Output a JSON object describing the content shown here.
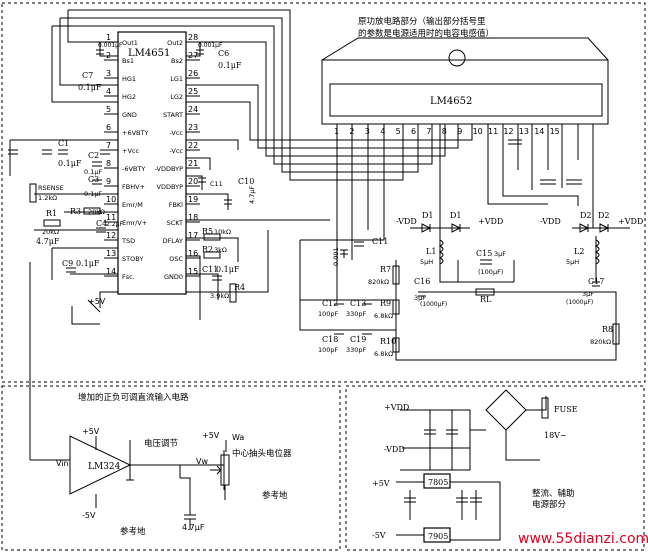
{
  "titles": {
    "main_line1": "原功放电路部分（输出部分括号里",
    "main_line2": "的参数是电源适用时的电容电感值）",
    "input_section": "增加的正负可调直流输入电路",
    "psu_section_line1": "整流、辅助",
    "psu_section_line2": "电源部分",
    "watermark": "www.55dianzi.com"
  },
  "chips": {
    "lm4651": "LM4651",
    "lm4652": "LM4652",
    "lm324": "LM324",
    "reg_pos": "7805",
    "reg_neg": "7905"
  },
  "lm4651_pins_left": [
    {
      "num": "1",
      "name": "Out1"
    },
    {
      "num": "2",
      "name": "Bs1"
    },
    {
      "num": "3",
      "name": "HG1"
    },
    {
      "num": "4",
      "name": "HG2"
    },
    {
      "num": "5",
      "name": "GND"
    },
    {
      "num": "6",
      "name": "+6VBTY"
    },
    {
      "num": "7",
      "name": "+Vcc"
    },
    {
      "num": "8",
      "name": "-6VBTY"
    },
    {
      "num": "9",
      "name": "FBHV+"
    },
    {
      "num": "10",
      "name": "Emr/M"
    },
    {
      "num": "11",
      "name": "Emr/V+"
    },
    {
      "num": "12",
      "name": "TSD"
    },
    {
      "num": "13",
      "name": "STOBY"
    },
    {
      "num": "14",
      "name": "Fsc."
    }
  ],
  "lm4651_pins_right": [
    {
      "num": "28",
      "name": "Out2"
    },
    {
      "num": "27",
      "name": "Bs2"
    },
    {
      "num": "26",
      "name": "LG1"
    },
    {
      "num": "25",
      "name": "LG2"
    },
    {
      "num": "24",
      "name": "START"
    },
    {
      "num": "23",
      "name": "-Vcc"
    },
    {
      "num": "22",
      "name": "-Vcc"
    },
    {
      "num": "21",
      "name": "-VDDBYP"
    },
    {
      "num": "20",
      "name": "VDDBYP"
    },
    {
      "num": "19",
      "name": "FBKl"
    },
    {
      "num": "18",
      "name": "SCKT"
    },
    {
      "num": "17",
      "name": "DFLAY"
    },
    {
      "num": "16",
      "name": "OSC"
    },
    {
      "num": "15",
      "name": "GND0"
    }
  ],
  "lm4652_pins": [
    "1",
    "2",
    "3",
    "4",
    "5",
    "6",
    "7",
    "8",
    "9",
    "10",
    "11",
    "12",
    "13",
    "14",
    "15"
  ],
  "components": {
    "c7": "C7",
    "c7_val": "0.1μF",
    "c7_inner": "0.001μF",
    "c6": "C6",
    "c6_val": "0.1μF",
    "c6_inner": "0.001μF",
    "c1": "C1",
    "c1_val": "0.1μF",
    "c2": "C2",
    "c2_val": "0.1μF",
    "c3": "C3",
    "c3_val": "0.1μF",
    "rsense": "RSENSE",
    "rsense_val": "1.2kΩ",
    "r1": "R1",
    "r1_val": "20kΩ",
    "r3": "R3",
    "r3_val": "20kΩ",
    "c4": "C4",
    "c4_val": "2.2μF",
    "c_in_val": "4.7μF",
    "c9": "C9",
    "c9_val": "0.1μF",
    "vplus5": "+5V",
    "r5": "R5",
    "r5_val": "10kΩ",
    "r2": "R2",
    "r2_val": "3kΩ",
    "c11": "C11",
    "c11_val": "0.1μF",
    "r4": "R4",
    "r4_val": "3.9kΩ",
    "c10": "C10",
    "c10_val": "4.7μF",
    "c_ds": "C11",
    "c_ds_val": "0.001",
    "neg_vdd_1": "-VDD",
    "pos_vdd_1": "+VDD",
    "neg_vdd_2": "-VDD",
    "pos_vdd_2": "+VDD",
    "d1": "D1",
    "d2": "D1",
    "d3": "D2",
    "d4": "D2",
    "l1": "L1",
    "l1_val": "5μH",
    "l2": "L2",
    "l2_val": "5μH",
    "c15": "C15",
    "c15_val": "3μF",
    "c15_alt": "(100μF)",
    "c16": "C16",
    "c16_val": "3μF",
    "c16_alt": "(1000μF)",
    "c17": "C17",
    "c17_val": "3μF",
    "c17_alt": "(1000μF)",
    "rl": "RL",
    "r7": "R7",
    "r7_val": "820kΩ",
    "r8": "R8",
    "r8_val": "820kΩ",
    "r9": "R9",
    "r9_val": "6.8kΩ",
    "r10": "R10",
    "r10_val": "6.8kΩ",
    "c12": "C12",
    "c12_val": "100pF",
    "c13": "C13",
    "c13_val": "330pF",
    "c18": "C18",
    "c18_val": "100pF",
    "c19": "C19",
    "c19_val": "330pF"
  },
  "input_circuit": {
    "vp": "+5V",
    "vn": "-5V",
    "vin": "Vin",
    "vw": "Vw",
    "voltage_adj": "电压调节",
    "pot_name": "Wa",
    "pot_label": "中心抽头电位器",
    "ref_ground_1": "参考地",
    "ref_ground_2": "参考地",
    "cap_val": "4.7μF",
    "vp_pot": "+5V"
  },
  "psu": {
    "pos_vdd": "+VDD",
    "neg_vdd": "-VDD",
    "fuse": "FUSE",
    "ac": "18V~",
    "p5": "+5V",
    "n5": "-5V"
  }
}
